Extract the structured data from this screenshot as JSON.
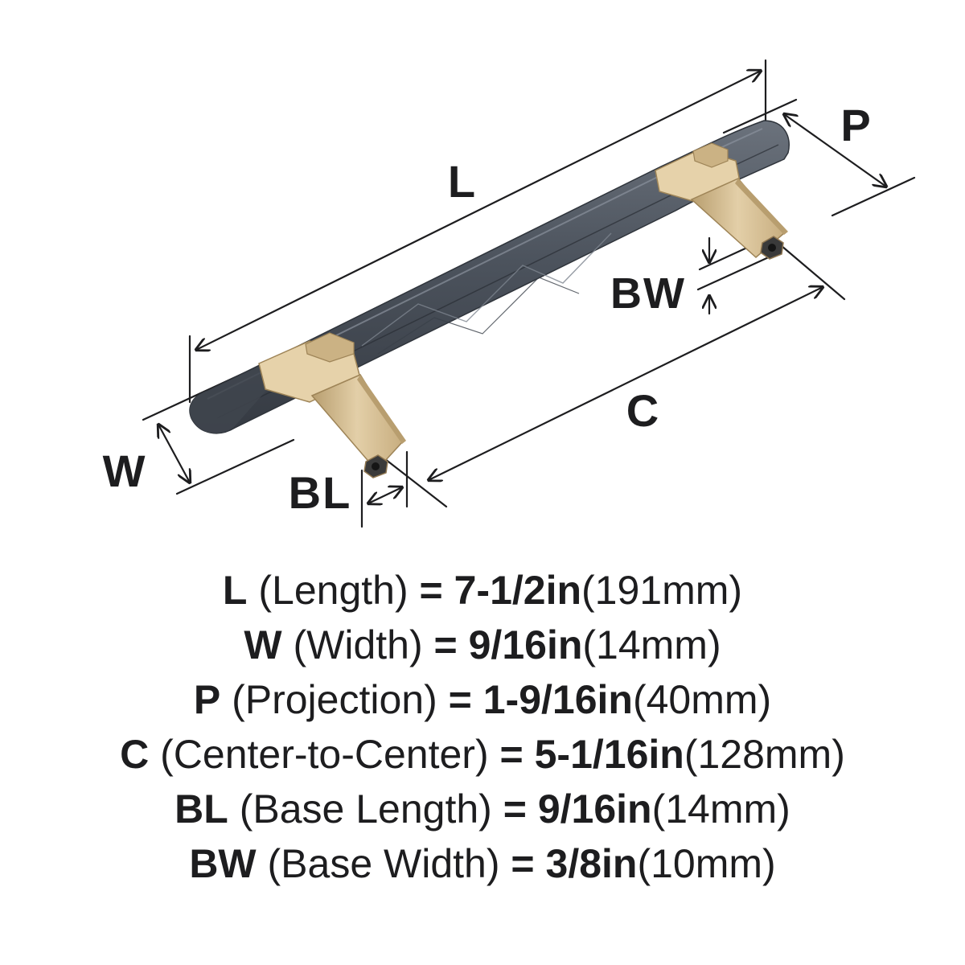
{
  "colors": {
    "handle": "#4c535d",
    "handle_light": "#7a828d",
    "handle_dark": "#353a42",
    "post": "#dcc59c",
    "post_light": "#eddcba",
    "post_dark": "#b89e6f",
    "ink": "#1d1d1f"
  },
  "diagram_labels": {
    "L": "L",
    "P": "P",
    "W": "W",
    "C": "C",
    "BL": "BL",
    "BW": "BW"
  },
  "specs": [
    {
      "code": "L",
      "name": "(Length)",
      "eq": "=",
      "imperial": "7-1/2in",
      "metric": "(191mm)"
    },
    {
      "code": "W",
      "name": "(Width)",
      "eq": "=",
      "imperial": "9/16in",
      "metric": "(14mm)"
    },
    {
      "code": "P",
      "name": "(Projection)",
      "eq": "=",
      "imperial": "1-9/16in",
      "metric": "(40mm)"
    },
    {
      "code": "C",
      "name": "(Center-to-Center)",
      "eq": "=",
      "imperial": "5-1/16in",
      "metric": "(128mm)"
    },
    {
      "code": "BL",
      "name": "(Base Length)",
      "eq": "=",
      "imperial": "9/16in",
      "metric": "(14mm)"
    },
    {
      "code": "BW",
      "name": "(Base Width)",
      "eq": "=",
      "imperial": "3/8in",
      "metric": "(10mm)"
    }
  ]
}
